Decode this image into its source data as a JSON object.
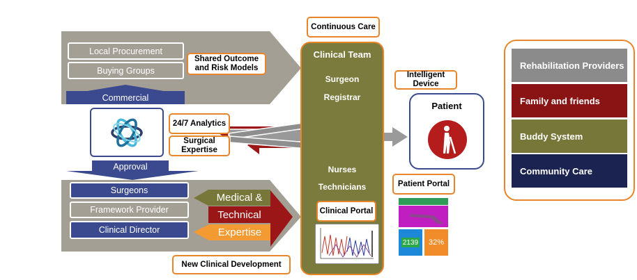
{
  "commercial": {
    "local_procurement": "Local Procurement",
    "buying_groups": "Buying Groups",
    "label": "Commercial"
  },
  "shared_outcome": "Shared Outcome and Risk Models",
  "approval_label": "Approval",
  "analytics": "24/7 Analytics",
  "surgical_expertise": "Surgical Expertise",
  "development": {
    "surgeons": "Surgeons",
    "framework_provider": "Framework Provider",
    "clinical_director": "Clinical Director",
    "medical": "Medical &",
    "technical": "Technical",
    "expertise": "Expertise"
  },
  "new_clinical_development": "New Clinical  Development",
  "continuous_care": "Continuous Care",
  "clinical_team": {
    "title": "Clinical Team",
    "surgeon": "Surgeon",
    "registrar": "Registrar",
    "nurses": "Nurses",
    "technicians": "Technicians",
    "clinical_portal": "Clinical Portal"
  },
  "intelligent_device": "Intelligent Device",
  "patient": "Patient",
  "patient_portal": "Patient Portal",
  "portal_mock": {
    "steps": "2139",
    "percent": "32%"
  },
  "support": [
    {
      "label": "Rehabilitation Providers",
      "color": "#8b8b8b"
    },
    {
      "label": "Family and friends",
      "color": "#8a1414"
    },
    {
      "label": "Buddy System",
      "color": "#77773a"
    },
    {
      "label": "Community  Care",
      "color": "#1b2450"
    }
  ],
  "colors": {
    "grey_panel": "#a49f95",
    "navy": "#3b4a8e",
    "olive": "#7a7b3c",
    "dark_red": "#9b1616",
    "orange": "#f39a32",
    "accent": "#e8852a"
  }
}
